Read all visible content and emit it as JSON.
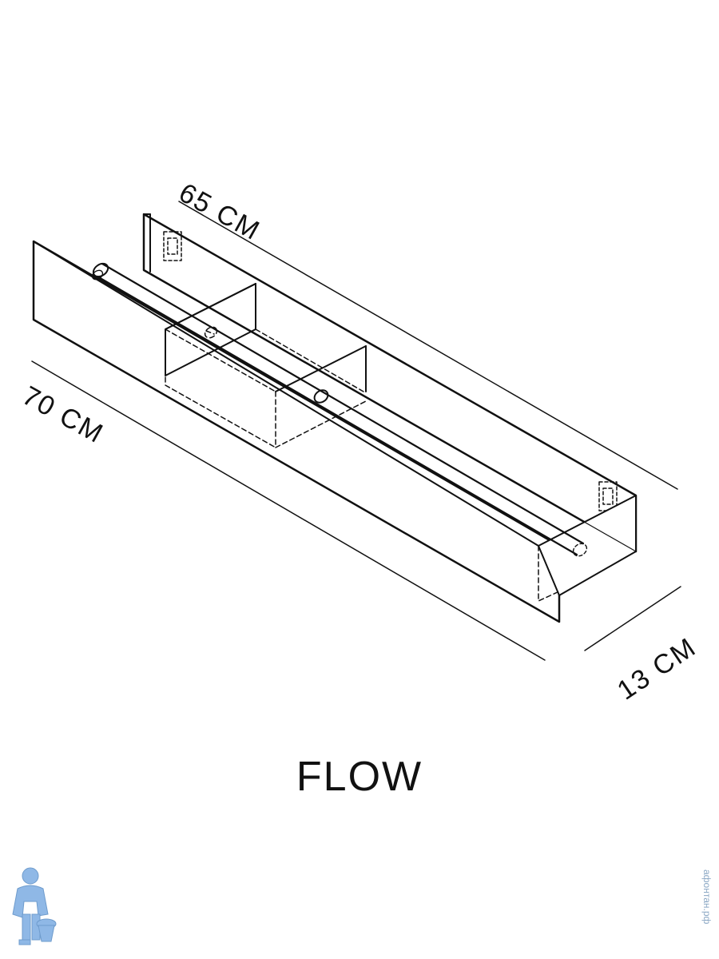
{
  "dimensions": {
    "length_back": "65 CM",
    "length_front": "70 CM",
    "depth": "13 CM"
  },
  "product": {
    "name": "FLOW"
  },
  "watermark": {
    "text": "афонтан.рф"
  },
  "colors": {
    "line": "#111111",
    "logo": "#8fb8e6"
  },
  "icons": {
    "logo": "plumber-mascot-logo"
  }
}
